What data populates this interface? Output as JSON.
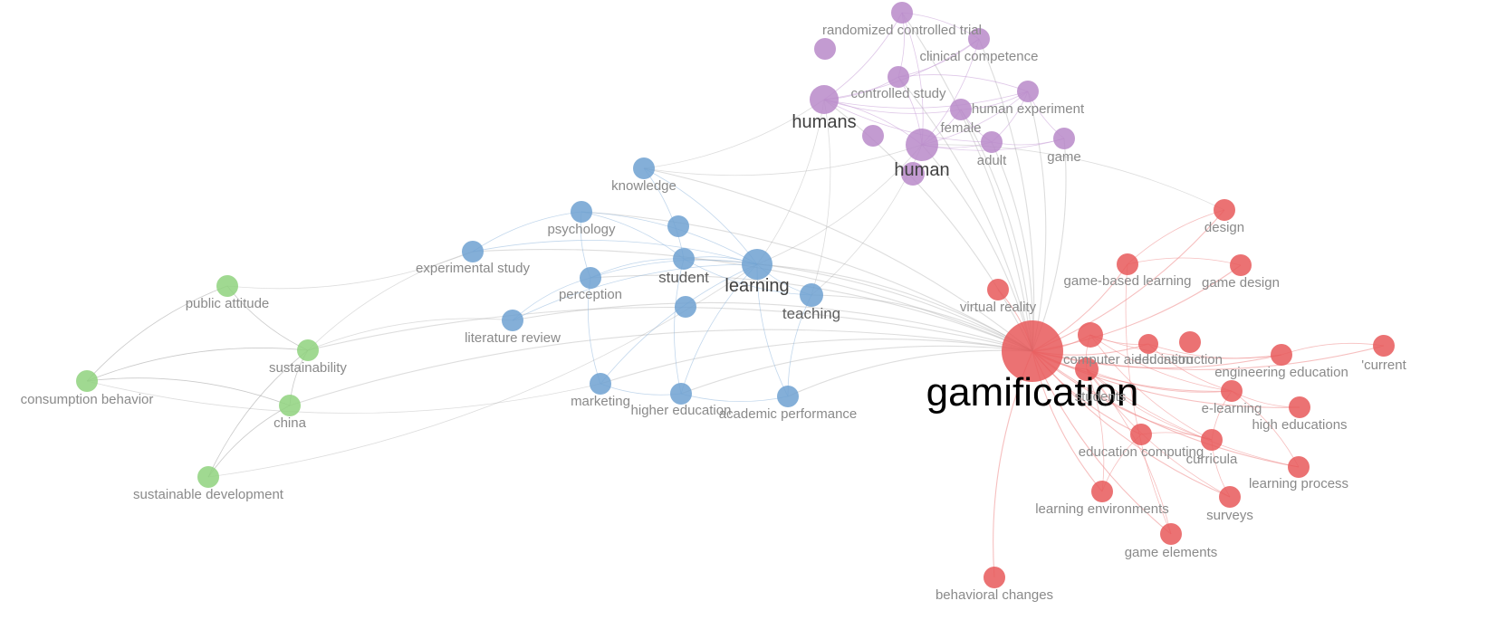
{
  "colors": {
    "cluster-red": "#e8595b",
    "cluster-blue": "#6fa1d1",
    "cluster-purple": "#b98ac9",
    "cluster-green": "#8fd27e",
    "link-grey": "#9e9e9e",
    "link-red": "#ee8a8a",
    "link-blue": "#8fb6dc",
    "link-purple": "#c49bd6"
  },
  "nodes": [
    {
      "id": "gamification",
      "label": "gamification",
      "cluster": "red",
      "size": "xl"
    },
    {
      "id": "design",
      "label": "design",
      "cluster": "red",
      "size": "s"
    },
    {
      "id": "game-based-learning",
      "label": "game-based learning",
      "cluster": "red",
      "size": "s"
    },
    {
      "id": "game-design",
      "label": "game design",
      "cluster": "red",
      "size": "s"
    },
    {
      "id": "virtual-reality",
      "label": "virtual reality",
      "cluster": "red",
      "size": "s"
    },
    {
      "id": "computer-aided-instruction",
      "label": "computer aided instruction",
      "cluster": "red",
      "size": "s"
    },
    {
      "id": "students",
      "label": "students",
      "cluster": "red",
      "size": "s"
    },
    {
      "id": "education",
      "label": "education",
      "cluster": "red",
      "size": "s"
    },
    {
      "id": "engineering-education",
      "label": "engineering education",
      "cluster": "red",
      "size": "s"
    },
    {
      "id": "current",
      "label": "'current",
      "cluster": "red",
      "size": "s"
    },
    {
      "id": "e-learning",
      "label": "e-learning",
      "cluster": "red",
      "size": "s"
    },
    {
      "id": "high-educations",
      "label": "high educations",
      "cluster": "red",
      "size": "s"
    },
    {
      "id": "education-computing",
      "label": "education computing",
      "cluster": "red",
      "size": "s"
    },
    {
      "id": "curricula",
      "label": "curricula",
      "cluster": "red",
      "size": "s"
    },
    {
      "id": "learning-process",
      "label": "learning process",
      "cluster": "red",
      "size": "s"
    },
    {
      "id": "learning-environments",
      "label": "learning environments",
      "cluster": "red",
      "size": "s"
    },
    {
      "id": "surveys",
      "label": "surveys",
      "cluster": "red",
      "size": "s"
    },
    {
      "id": "game-elements",
      "label": "game elements",
      "cluster": "red",
      "size": "s"
    },
    {
      "id": "behavioral-changes",
      "label": "behavioral changes",
      "cluster": "red",
      "size": "s"
    },
    {
      "id": "learning",
      "label": "learning",
      "cluster": "blue",
      "size": "l"
    },
    {
      "id": "knowledge",
      "label": "knowledge",
      "cluster": "blue",
      "size": "s"
    },
    {
      "id": "psychology",
      "label": "psychology",
      "cluster": "blue",
      "size": "s"
    },
    {
      "id": "experimental-study",
      "label": "experimental study",
      "cluster": "blue",
      "size": "s"
    },
    {
      "id": "student",
      "label": "student",
      "cluster": "blue",
      "size": "m"
    },
    {
      "id": "perception",
      "label": "perception",
      "cluster": "blue",
      "size": "s"
    },
    {
      "id": "teaching",
      "label": "teaching",
      "cluster": "blue",
      "size": "m"
    },
    {
      "id": "literature-review",
      "label": "literature review",
      "cluster": "blue",
      "size": "s"
    },
    {
      "id": "marketing",
      "label": "marketing",
      "cluster": "blue",
      "size": "s"
    },
    {
      "id": "higher-education",
      "label": "higher education",
      "cluster": "blue",
      "size": "s"
    },
    {
      "id": "academic-performance",
      "label": "academic performance",
      "cluster": "blue",
      "size": "s"
    },
    {
      "id": "randomized-controlled-trial",
      "label": "randomized controlled trial",
      "cluster": "purple",
      "size": "s"
    },
    {
      "id": "clinical-competence",
      "label": "clinical competence",
      "cluster": "purple",
      "size": "s"
    },
    {
      "id": "controlled-study",
      "label": "controlled study",
      "cluster": "purple",
      "size": "s"
    },
    {
      "id": "human-experiment",
      "label": "human experiment",
      "cluster": "purple",
      "size": "s"
    },
    {
      "id": "humans",
      "label": "humans",
      "cluster": "purple",
      "size": "l"
    },
    {
      "id": "female",
      "label": "female",
      "cluster": "purple",
      "size": "s"
    },
    {
      "id": "human",
      "label": "human",
      "cluster": "purple",
      "size": "l"
    },
    {
      "id": "adult",
      "label": "adult",
      "cluster": "purple",
      "size": "s"
    },
    {
      "id": "game",
      "label": "game",
      "cluster": "purple",
      "size": "s"
    },
    {
      "id": "public-attitude",
      "label": "public attitude",
      "cluster": "green",
      "size": "s"
    },
    {
      "id": "sustainability",
      "label": "sustainability",
      "cluster": "green",
      "size": "s"
    },
    {
      "id": "consumption-behavior",
      "label": "consumption behavior",
      "cluster": "green",
      "size": "s"
    },
    {
      "id": "china",
      "label": "china",
      "cluster": "green",
      "size": "s"
    },
    {
      "id": "sustainable-development",
      "label": "sustainable development",
      "cluster": "green",
      "size": "s"
    }
  ],
  "edges": [
    [
      "gamification",
      "design"
    ],
    [
      "gamification",
      "game-based-learning"
    ],
    [
      "gamification",
      "game-design"
    ],
    [
      "gamification",
      "virtual-reality"
    ],
    [
      "gamification",
      "computer-aided-instruction"
    ],
    [
      "gamification",
      "students"
    ],
    [
      "gamification",
      "education"
    ],
    [
      "gamification",
      "engineering-education"
    ],
    [
      "gamification",
      "current"
    ],
    [
      "gamification",
      "e-learning"
    ],
    [
      "gamification",
      "high-educations"
    ],
    [
      "gamification",
      "education-computing"
    ],
    [
      "gamification",
      "curricula"
    ],
    [
      "gamification",
      "learning-process"
    ],
    [
      "gamification",
      "learning-environments"
    ],
    [
      "gamification",
      "surveys"
    ],
    [
      "gamification",
      "game-elements"
    ],
    [
      "gamification",
      "behavioral-changes"
    ],
    [
      "gamification",
      "learning"
    ],
    [
      "gamification",
      "teaching"
    ],
    [
      "gamification",
      "student"
    ],
    [
      "gamification",
      "human"
    ],
    [
      "gamification",
      "humans"
    ],
    [
      "gamification",
      "adult"
    ],
    [
      "gamification",
      "female"
    ],
    [
      "gamification",
      "game"
    ],
    [
      "gamification",
      "marketing"
    ],
    [
      "gamification",
      "higher-education"
    ],
    [
      "gamification",
      "academic-performance"
    ],
    [
      "gamification",
      "sustainability"
    ],
    [
      "gamification",
      "perception"
    ],
    [
      "gamification",
      "literature-review"
    ],
    [
      "gamification",
      "controlled-study"
    ],
    [
      "gamification",
      "human-experiment"
    ],
    [
      "gamification",
      "knowledge"
    ],
    [
      "gamification",
      "psychology"
    ],
    [
      "gamification",
      "china"
    ],
    [
      "gamification",
      "clinical-competence"
    ],
    [
      "gamification",
      "randomized-controlled-trial"
    ],
    [
      "gamification",
      "experimental-study"
    ],
    [
      "computer-aided-instruction",
      "students"
    ],
    [
      "computer-aided-instruction",
      "education"
    ],
    [
      "computer-aided-instruction",
      "e-learning"
    ],
    [
      "computer-aided-instruction",
      "curricula"
    ],
    [
      "computer-aided-instruction",
      "engineering-education"
    ],
    [
      "students",
      "e-learning"
    ],
    [
      "students",
      "curricula"
    ],
    [
      "students",
      "surveys"
    ],
    [
      "students",
      "learning-process"
    ],
    [
      "education",
      "engineering-education"
    ],
    [
      "education",
      "e-learning"
    ],
    [
      "e-learning",
      "high-educations"
    ],
    [
      "e-learning",
      "curricula"
    ],
    [
      "curricula",
      "education-computing"
    ],
    [
      "curricula",
      "surveys"
    ],
    [
      "learning-process",
      "e-learning"
    ],
    [
      "education-computing",
      "learning-environments"
    ],
    [
      "game-design",
      "game-based-learning"
    ],
    [
      "design",
      "game-based-learning"
    ],
    [
      "design",
      "human"
    ],
    [
      "game-based-learning",
      "game-elements"
    ],
    [
      "current",
      "engineering-education"
    ],
    [
      "game-elements",
      "students"
    ],
    [
      "learning-environments",
      "students"
    ],
    [
      "learning",
      "student"
    ],
    [
      "learning",
      "teaching"
    ],
    [
      "learning",
      "knowledge"
    ],
    [
      "learning",
      "psychology"
    ],
    [
      "learning",
      "perception"
    ],
    [
      "learning",
      "higher-education"
    ],
    [
      "learning",
      "academic-performance"
    ],
    [
      "learning",
      "human"
    ],
    [
      "learning",
      "humans"
    ],
    [
      "learning",
      "marketing"
    ],
    [
      "learning",
      "literature-review"
    ],
    [
      "learning",
      "experimental-study"
    ],
    [
      "student",
      "psychology"
    ],
    [
      "student",
      "perception"
    ],
    [
      "student",
      "knowledge"
    ],
    [
      "student",
      "teaching"
    ],
    [
      "student",
      "higher-education"
    ],
    [
      "teaching",
      "human"
    ],
    [
      "teaching",
      "humans"
    ],
    [
      "teaching",
      "academic-performance"
    ],
    [
      "psychology",
      "experimental-study"
    ],
    [
      "psychology",
      "perception"
    ],
    [
      "perception",
      "literature-review"
    ],
    [
      "perception",
      "marketing"
    ],
    [
      "knowledge",
      "human"
    ],
    [
      "knowledge",
      "humans"
    ],
    [
      "literature-review",
      "sustainability"
    ],
    [
      "marketing",
      "higher-education"
    ],
    [
      "higher-education",
      "academic-performance"
    ],
    [
      "experimental-study",
      "sustainability"
    ],
    [
      "human",
      "humans"
    ],
    [
      "human",
      "female"
    ],
    [
      "human",
      "adult"
    ],
    [
      "human",
      "controlled-study"
    ],
    [
      "human",
      "human-experiment"
    ],
    [
      "human",
      "game"
    ],
    [
      "human",
      "clinical-competence"
    ],
    [
      "human",
      "randomized-controlled-trial"
    ],
    [
      "humans",
      "female"
    ],
    [
      "humans",
      "controlled-study"
    ],
    [
      "humans",
      "randomized-controlled-trial"
    ],
    [
      "humans",
      "clinical-competence"
    ],
    [
      "humans",
      "adult"
    ],
    [
      "humans",
      "human-experiment"
    ],
    [
      "female",
      "adult"
    ],
    [
      "female",
      "human-experiment"
    ],
    [
      "adult",
      "human-experiment"
    ],
    [
      "adult",
      "game"
    ],
    [
      "controlled-study",
      "clinical-competence"
    ],
    [
      "controlled-study",
      "randomized-controlled-trial"
    ],
    [
      "human-experiment",
      "game"
    ],
    [
      "clinical-competence",
      "randomized-controlled-trial"
    ],
    [
      "human-experiment",
      "controlled-study"
    ],
    [
      "public-attitude",
      "sustainability"
    ],
    [
      "public-attitude",
      "consumption-behavior"
    ],
    [
      "sustainability",
      "china"
    ],
    [
      "sustainability",
      "consumption-behavior"
    ],
    [
      "sustainability",
      "sustainable-development"
    ],
    [
      "china",
      "consumption-behavior"
    ],
    [
      "china",
      "sustainable-development"
    ],
    [
      "public-attitude",
      "experimental-study"
    ],
    [
      "sustainable-development",
      "learning"
    ],
    [
      "consumption-behavior",
      "marketing"
    ]
  ]
}
